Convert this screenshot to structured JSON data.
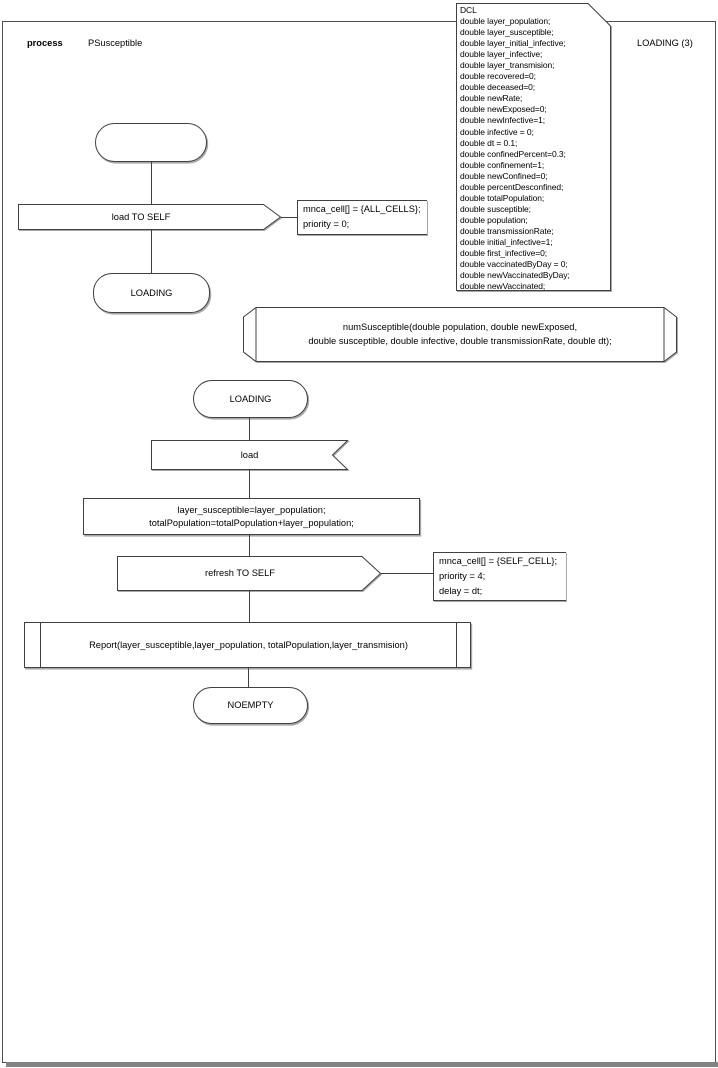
{
  "page": {
    "header": {
      "type_label": "process",
      "process_name": "PSusceptible",
      "page_label": "LOADING (3)"
    }
  },
  "dcl_note": {
    "lines": [
      "DCL",
      "double layer_population;",
      "double layer_susceptible;",
      "double layer_initial_infective;",
      "double layer_infective;",
      "double layer_transmision;",
      "double recovered=0;",
      "double deceased=0;",
      "double newRate;",
      "double newExposed=0;",
      "double newInfective=1;",
      "double infective = 0;",
      "double dt = 0.1;",
      "double confinedPercent=0.3;",
      "double confinement=1;",
      "double newConfined=0;",
      "double percentDesconfined;",
      "double totalPopulation;",
      "double susceptible;",
      "double population;",
      "double transmissionRate;",
      "double initial_infective=1;",
      "double first_infective=0;",
      "double vaccinatedByDay = 0;",
      "double newVaccinatedByDay;",
      "double newVaccinated;"
    ]
  },
  "symbols": {
    "output_load": {
      "label": "load TO SELF"
    },
    "comment_load": {
      "lines": [
        "mnca_cell[] = {ALL_CELLS};",
        "priority = 0;"
      ]
    },
    "state_loading_1": {
      "label": "LOADING"
    },
    "procedure_signature": {
      "lines": [
        "numSusceptible(double population, double newExposed,",
        "double susceptible, double infective, double transmissionRate, double dt);"
      ]
    },
    "state_loading_2": {
      "label": "LOADING"
    },
    "input_load": {
      "label": "load"
    },
    "task_assign": {
      "lines": [
        "layer_susceptible=layer_population;",
        "totalPopulation=totalPopulation+layer_population;"
      ]
    },
    "output_refresh": {
      "label": "refresh TO SELF"
    },
    "comment_refresh": {
      "lines": [
        "mnca_cell[] = {SELF_CELL};",
        "priority = 4;",
        "delay = dt;"
      ]
    },
    "procedure_call_report": {
      "label": "Report(layer_susceptible,layer_population, totalPopulation,layer_transmision)"
    },
    "state_noempty": {
      "label": "NOEMPTY"
    }
  },
  "colors": {
    "background": "#ffffff",
    "stroke": "#404040",
    "text": "#000000",
    "shadow": "#a8a8a8",
    "frame_border": "#4f4f4f",
    "page_shadow": "#838383"
  }
}
